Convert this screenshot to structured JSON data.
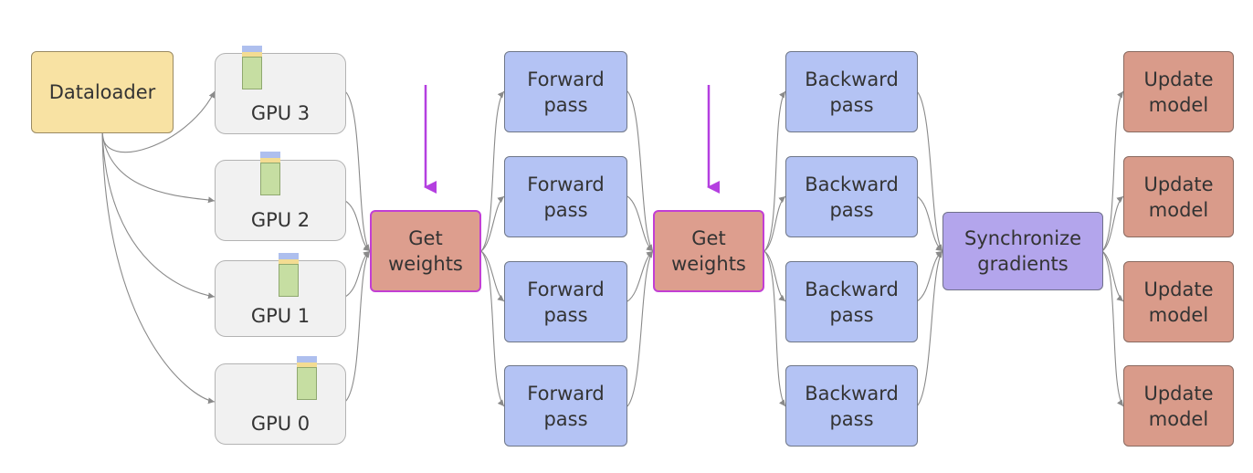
{
  "dataloader": {
    "label": "Dataloader"
  },
  "gpus": [
    {
      "label": "GPU 3"
    },
    {
      "label": "GPU 2"
    },
    {
      "label": "GPU 1"
    },
    {
      "label": "GPU 0"
    }
  ],
  "get_weights": [
    {
      "line1": "Get",
      "line2": "weights"
    },
    {
      "line1": "Get",
      "line2": "weights"
    }
  ],
  "forward": [
    {
      "line1": "Forward",
      "line2": "pass"
    },
    {
      "line1": "Forward",
      "line2": "pass"
    },
    {
      "line1": "Forward",
      "line2": "pass"
    },
    {
      "line1": "Forward",
      "line2": "pass"
    }
  ],
  "backward": [
    {
      "line1": "Backward",
      "line2": "pass"
    },
    {
      "line1": "Backward",
      "line2": "pass"
    },
    {
      "line1": "Backward",
      "line2": "pass"
    },
    {
      "line1": "Backward",
      "line2": "pass"
    }
  ],
  "synchronize": {
    "line1": "Synchronize",
    "line2": "gradients"
  },
  "update": [
    {
      "line1": "Update",
      "line2": "model"
    },
    {
      "line1": "Update",
      "line2": "model"
    },
    {
      "line1": "Update",
      "line2": "model"
    },
    {
      "line1": "Update",
      "line2": "model"
    }
  ],
  "colors": {
    "dataloader": "#f8e2a3",
    "gpu": "#f1f1f1",
    "get_weights": "#dd9e8e",
    "get_weights_border": "#c23fd4",
    "pass": "#b4c3f4",
    "synchronize": "#b3a5ec",
    "update": "#d99b8a",
    "pointer_arrow": "#b43fe0",
    "connector": "#8a8a8a"
  }
}
